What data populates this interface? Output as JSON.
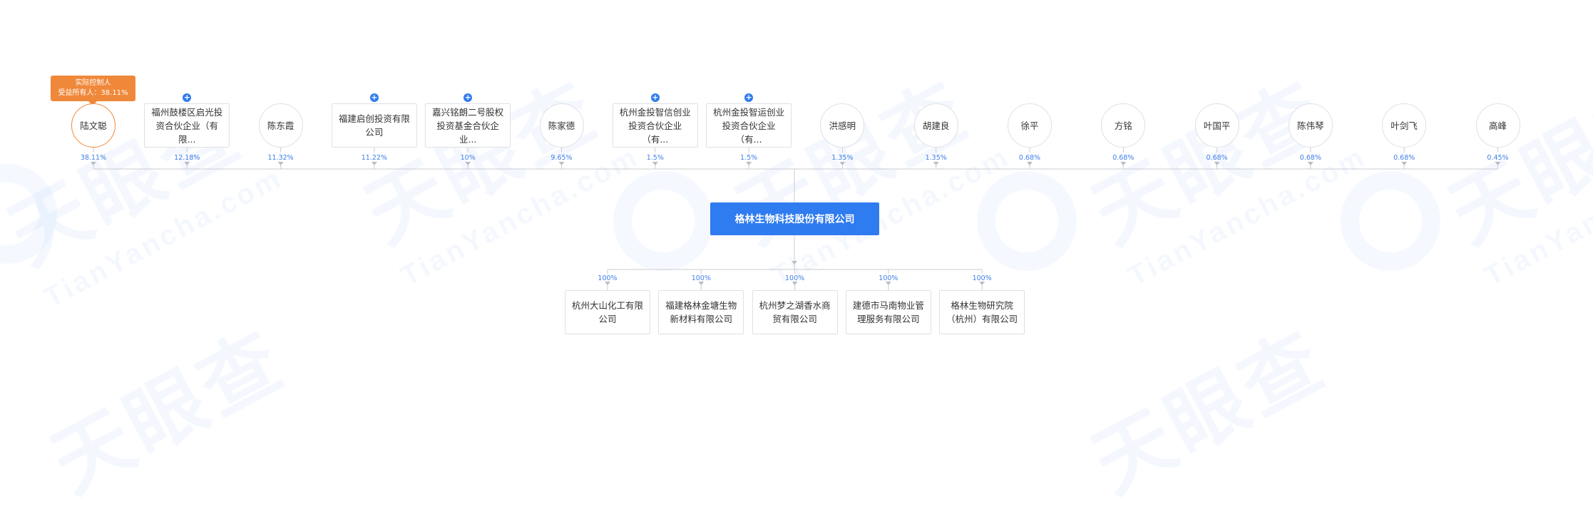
{
  "watermark": {
    "cn": "天眼查",
    "en": "TianYancha.com"
  },
  "badge": {
    "line1": "实际控制人",
    "line2": "受益所有人：38.11%"
  },
  "center_company": "格林生物科技股份有限公司",
  "shareholders": [
    {
      "name": "陆文聪",
      "pct": "38.11%",
      "shape": "circle",
      "expand": false,
      "highlight": true
    },
    {
      "name": "福州鼓楼区启光投资合伙企业（有限...",
      "pct": "12.18%",
      "shape": "rect",
      "expand": true,
      "highlight": false
    },
    {
      "name": "陈东霞",
      "pct": "11.32%",
      "shape": "circle",
      "expand": false,
      "highlight": false
    },
    {
      "name": "福建启创投资有限公司",
      "pct": "11.22%",
      "shape": "rect",
      "expand": true,
      "highlight": false
    },
    {
      "name": "嘉兴铭朗二号股权投资基金合伙企业...",
      "pct": "10%",
      "shape": "rect",
      "expand": true,
      "highlight": false
    },
    {
      "name": "陈家德",
      "pct": "9.65%",
      "shape": "circle",
      "expand": false,
      "highlight": false
    },
    {
      "name": "杭州金投智信创业投资合伙企业（有...",
      "pct": "1.5%",
      "shape": "rect",
      "expand": true,
      "highlight": false
    },
    {
      "name": "杭州金投智运创业投资合伙企业（有...",
      "pct": "1.5%",
      "shape": "rect",
      "expand": true,
      "highlight": false
    },
    {
      "name": "洪感明",
      "pct": "1.35%",
      "shape": "circle",
      "expand": false,
      "highlight": false
    },
    {
      "name": "胡建良",
      "pct": "1.35%",
      "shape": "circle",
      "expand": false,
      "highlight": false
    },
    {
      "name": "徐平",
      "pct": "0.68%",
      "shape": "circle",
      "expand": false,
      "highlight": false
    },
    {
      "name": "方铭",
      "pct": "0.68%",
      "shape": "circle",
      "expand": false,
      "highlight": false
    },
    {
      "name": "叶国平",
      "pct": "0.68%",
      "shape": "circle",
      "expand": false,
      "highlight": false
    },
    {
      "name": "陈伟琴",
      "pct": "0.68%",
      "shape": "circle",
      "expand": false,
      "highlight": false
    },
    {
      "name": "叶剑飞",
      "pct": "0.68%",
      "shape": "circle",
      "expand": false,
      "highlight": false
    },
    {
      "name": "高峰",
      "pct": "0.45%",
      "shape": "circle",
      "expand": false,
      "highlight": false
    }
  ],
  "subsidiaries": [
    {
      "name": "杭州大山化工有限公司",
      "pct": "100%"
    },
    {
      "name": "福建格林金塘生物新材料有限公司",
      "pct": "100%"
    },
    {
      "name": "杭州梦之湖香水商贸有限公司",
      "pct": "100%"
    },
    {
      "name": "建德市马南物业管理服务有限公司",
      "pct": "100%"
    },
    {
      "name": "格林生物研究院（杭州）有限公司",
      "pct": "100%"
    }
  ]
}
